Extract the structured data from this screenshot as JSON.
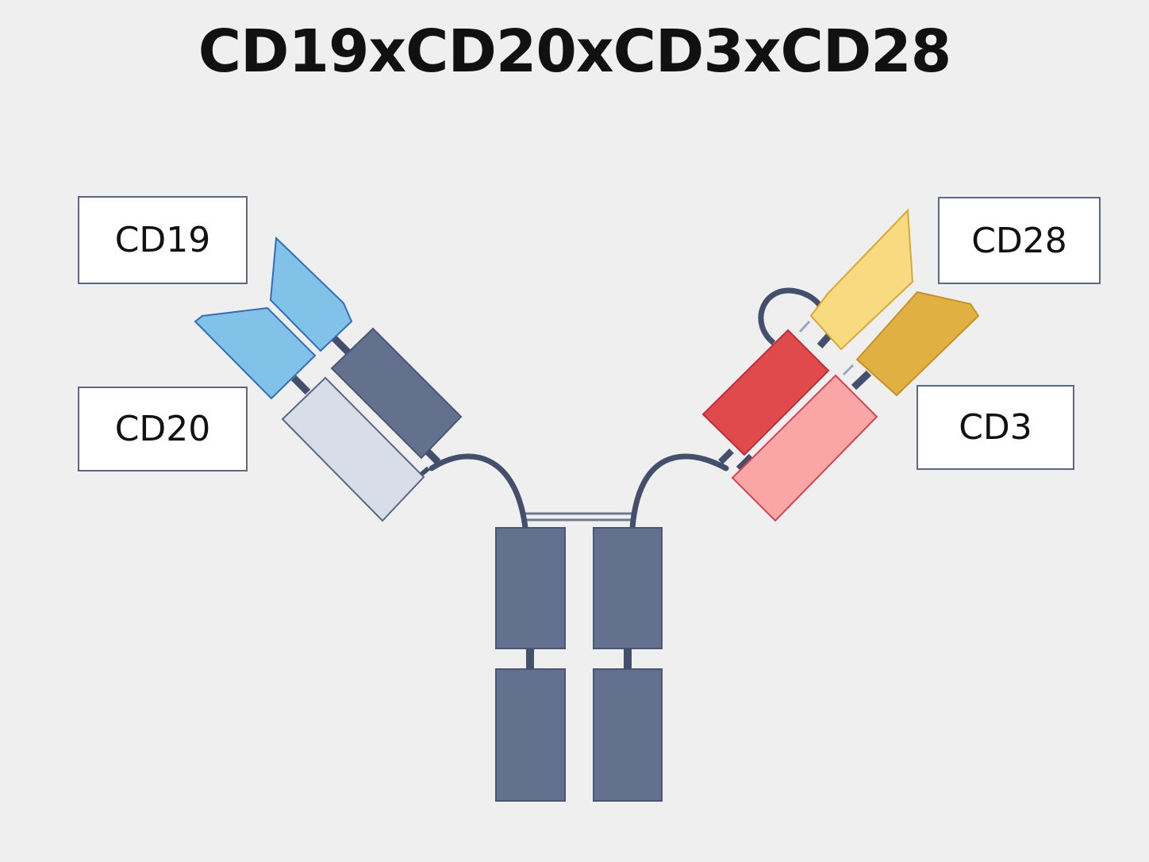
{
  "title": "CD19xCD20xCD3xCD28",
  "labels": {
    "cd19": "CD19",
    "cd20": "CD20",
    "cd28": "CD28",
    "cd3": "CD3"
  },
  "colors": {
    "background": "#efefef",
    "heavy_chain": "#63718e",
    "chain_stroke": "#4a5673",
    "cd19_domain": "#82c2e8",
    "cd19_stroke": "#2f6fb7",
    "cd20_domain": "#d8dee8",
    "cd3_dark": "#e04a4c",
    "cd3_light": "#fba6a6",
    "cd28_light": "#f8da80",
    "cd28_dark": "#e1b042",
    "linker": "#44506b"
  }
}
